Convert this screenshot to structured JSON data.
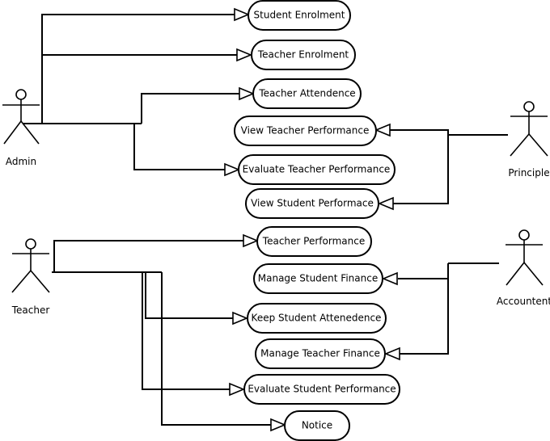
{
  "actors": {
    "admin": "Admin",
    "principle": "Principle",
    "teacher": "Teacher",
    "accountent": "Accountent"
  },
  "use_cases": {
    "student_enrolment": "Student Enrolment",
    "teacher_enrolment": "Teacher Enrolment",
    "teacher_attendence": "Teacher Attendence",
    "view_teacher_performance": "View Teacher Performance",
    "evaluate_teacher_performance": "Evaluate Teacher Performance",
    "view_student_performace": "View Student Performace",
    "teacher_performance": "Teacher Performance",
    "manage_student_finance": "Manage Student Finance",
    "keep_student_attenedence": "Keep Student Attenedence",
    "manage_teacher_finance": "Manage Teacher Finance",
    "evaluate_student_performance": "Evaluate Student Performance",
    "notice": "Notice"
  }
}
